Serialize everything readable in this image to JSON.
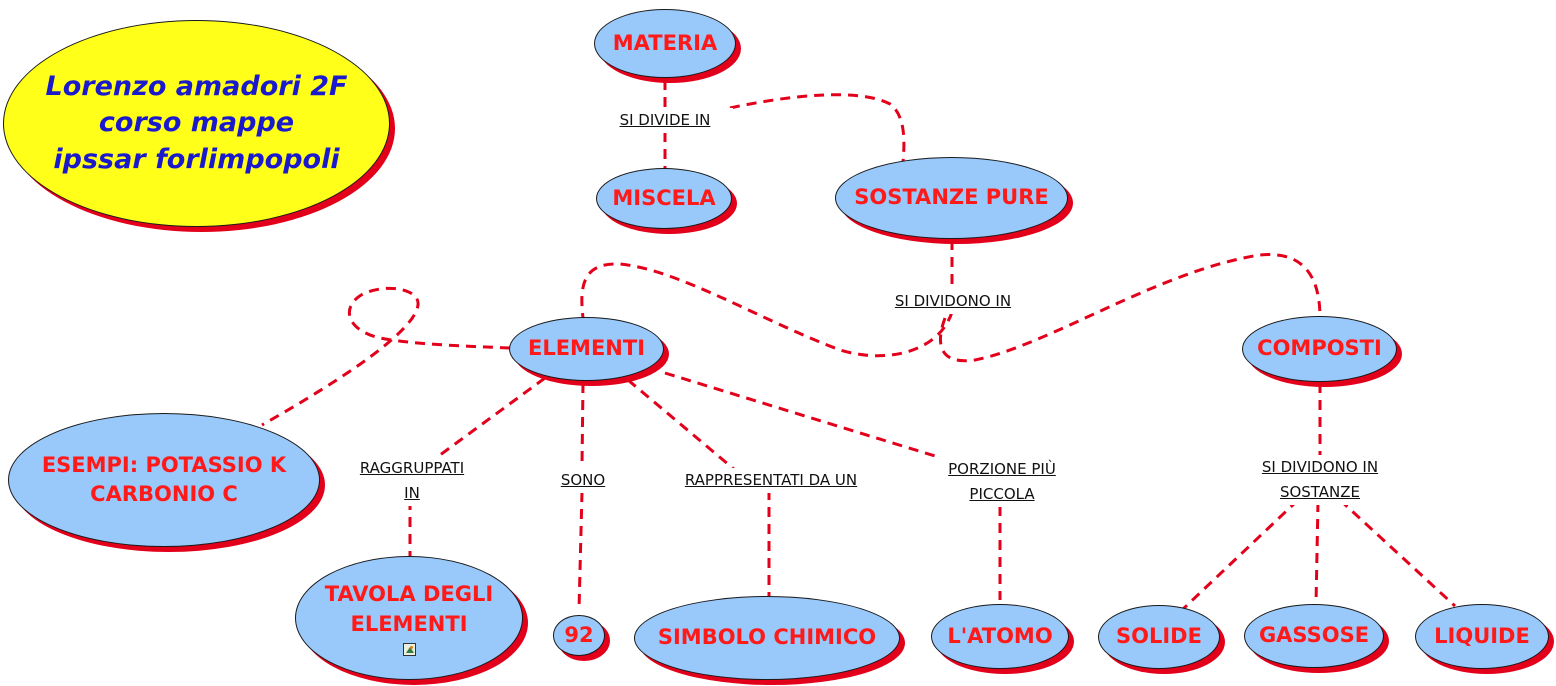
{
  "title_node": {
    "lines": [
      "Lorenzo amadori 2F",
      "corso mappe",
      "ipssar forlimpopoli"
    ]
  },
  "nodes": {
    "materia": "MATERIA",
    "miscela": "MISCELA",
    "sostanze_pure": "SOSTANZE PURE",
    "elementi": "ELEMENTI",
    "composti": "COMPOSTI",
    "esempi": [
      "ESEMPI: POTASSIO K",
      "CARBONIO C"
    ],
    "tavola": [
      "TAVOLA DEGLI",
      "ELEMENTI"
    ],
    "novantadue": "92",
    "simbolo": "SIMBOLO CHIMICO",
    "atomo": "L'ATOMO",
    "solide": "SOLIDE",
    "gassose": "GASSOSE",
    "liquide": "LIQUIDE"
  },
  "link_labels": {
    "si_divide_in": "SI DIVIDE IN",
    "si_dividono_in": "SI DIVIDONO IN",
    "raggruppati_in": [
      "RAGGRUPPATI",
      "IN"
    ],
    "sono": "SONO",
    "rappresentati": "RAPPRESENTATI DA UN",
    "porzione": [
      "PORZIONE PIÙ",
      "PICCOLA"
    ],
    "si_dividono_in_sostanze": [
      "SI DIVIDONO IN",
      "SOSTANZE"
    ]
  },
  "icons": {
    "tavola_attachment": "image-icon"
  },
  "colors": {
    "node_fill": "#99c8fb",
    "node_text": "#ff1a1a",
    "node_shadow": "#e3001b",
    "title_fill": "#ffff1a",
    "title_text": "#1a1acc",
    "link": "#e3001b"
  }
}
